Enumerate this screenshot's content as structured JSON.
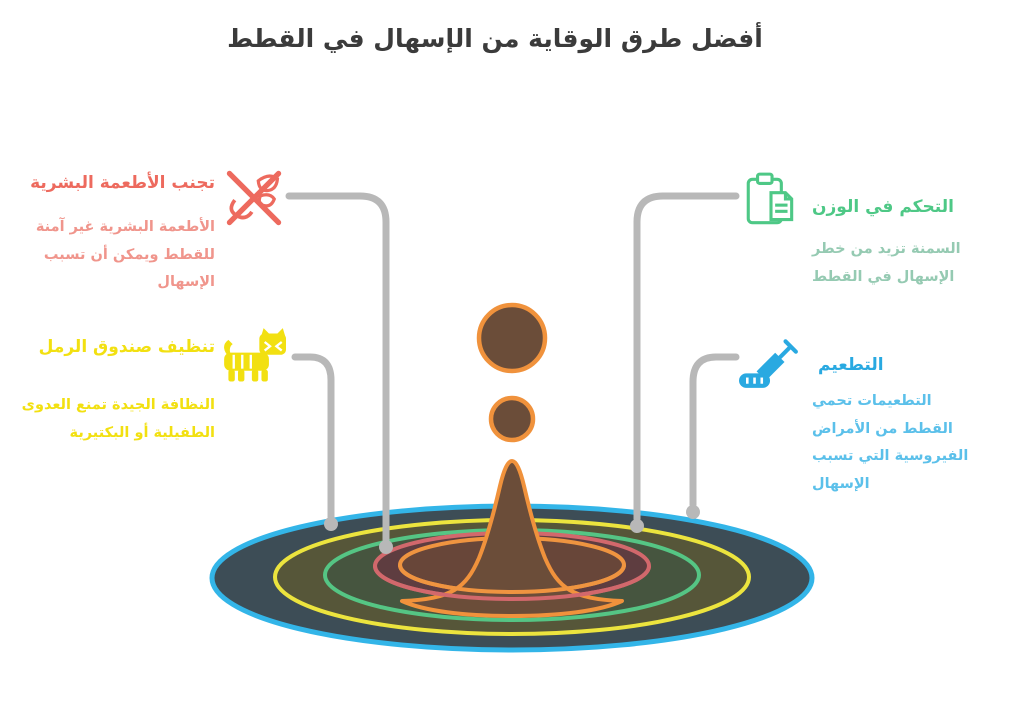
{
  "title": "أفضل طرق الوقاية من الإسهال في القطط",
  "title_color": "#3b3b3b",
  "callouts": [
    {
      "id": "avoid-human-food",
      "position": "top-left",
      "heading": "تجنب الأطعمة البشرية",
      "body": "الأطعمة البشرية غير آمنة للقطط ويمكن أن تسبب الإسهال",
      "icon": "no-human-food-icon",
      "color": "#ed6a5e",
      "body_color": "#f0958c",
      "ring": "red-ring"
    },
    {
      "id": "litter-box-cleaning",
      "position": "bottom-left",
      "heading": "تنظيف صندوق الرمل",
      "body": "النظافة الجيدة تمنع العدوى الطفيلية أو البكتيرية",
      "icon": "cat-litter-icon",
      "color": "#f2e011",
      "body_color": "#f2e011",
      "ring": "yellow-ring"
    },
    {
      "id": "weight-control",
      "position": "top-right",
      "heading": "التحكم في الوزن",
      "body": "السمنة تزيد من خطر الإسهال في القطط",
      "icon": "clipboard-icon",
      "color": "#4ec886",
      "body_color": "#95cab2",
      "ring": "green-ring"
    },
    {
      "id": "vaccination",
      "position": "bottom-right",
      "heading": "التطعيم",
      "body": "التطعيمات تحمي القطط من الأمراض الفيروسية التي تسبب الإسهال",
      "icon": "syringe-icon",
      "color": "#29a9e1",
      "body_color": "#5bc0ea",
      "ring": "outer-blue-ring"
    }
  ],
  "illustration": {
    "name": "water-drop-splash-with-ripples",
    "splash_fill": "#6b4d39",
    "splash_stroke": "#f0923c",
    "connector_color": "#b8b8b8",
    "rings": [
      {
        "name": "outer-blue-ring",
        "fill": "#3d4d56",
        "stroke": "#33b5e8"
      },
      {
        "name": "yellow-ring",
        "fill": "#565639",
        "stroke": "#ece43e"
      },
      {
        "name": "green-ring",
        "fill": "#46553f",
        "stroke": "#55c584"
      },
      {
        "name": "red-ring",
        "fill": "#5e3d40",
        "stroke": "#d2686c"
      },
      {
        "name": "orange-ring",
        "fill": "#684639",
        "stroke": "#ef9440"
      }
    ]
  }
}
